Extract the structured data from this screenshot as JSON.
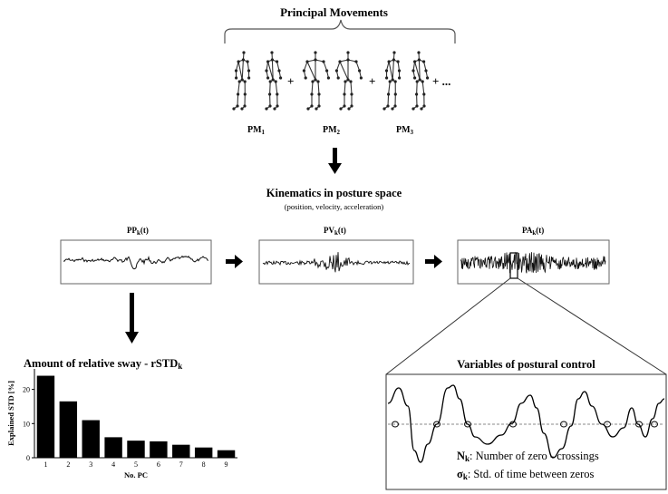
{
  "header": {
    "title": "Principal Movements",
    "pm_labels": [
      {
        "base": "PM",
        "sub": "1"
      },
      {
        "base": "PM",
        "sub": "2"
      },
      {
        "base": "PM",
        "sub": "3"
      }
    ],
    "plus": "+",
    "ellipsis": "+ ..."
  },
  "kinematics": {
    "title": "Kinematics in posture space",
    "subtitle": "(position, velocity, acceleration)",
    "panels": [
      {
        "base": "PP",
        "sub": "k",
        "suffix": "(t)"
      },
      {
        "base": "PV",
        "sub": "k",
        "suffix": "(t)"
      },
      {
        "base": "PA",
        "sub": "k",
        "suffix": "(t)"
      }
    ]
  },
  "sway": {
    "title_main": "Amount of relative sway - rSTD",
    "title_sub": "k"
  },
  "postural": {
    "title": "Variables of postural control",
    "nk_symbol": "N",
    "nk_sub": "k",
    "nk_text": ": Number of zero - crossings",
    "sigma_symbol": "σ",
    "sigma_sub": "k",
    "sigma_text": ": Std. of time between zeros"
  },
  "chart_data": {
    "type": "bar",
    "categories": [
      "1",
      "2",
      "3",
      "4",
      "5",
      "6",
      "7",
      "8",
      "9"
    ],
    "values": [
      24,
      16.5,
      11,
      6,
      5,
      4.8,
      3.8,
      3,
      2.2
    ],
    "xlabel": "No. PC",
    "ylabel": "Explained STD [%]",
    "ylim": [
      0,
      26
    ],
    "yticks": [
      0,
      10,
      20
    ]
  }
}
